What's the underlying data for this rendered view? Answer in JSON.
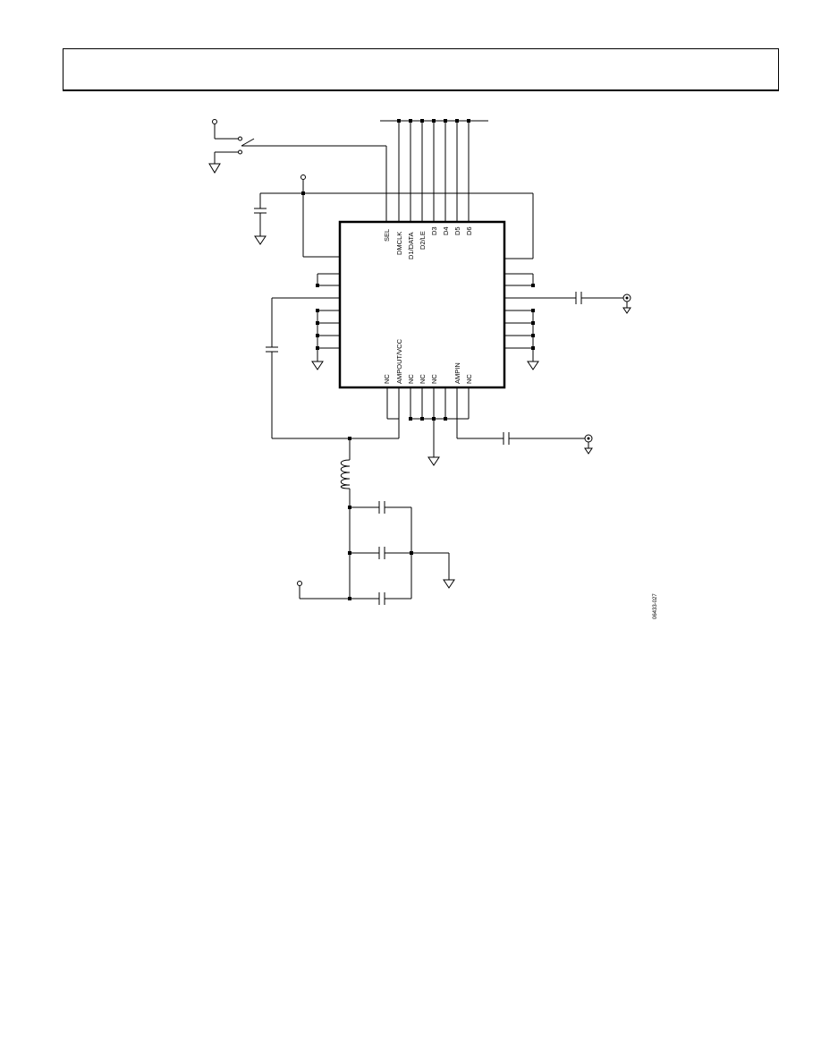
{
  "top_pins": [
    "SEL",
    "DMCLK",
    "D1/DATA",
    "D2/LE",
    "D3",
    "D4",
    "D5",
    "D6"
  ],
  "bottom_pins": [
    "NC",
    "AMPOUT/VCC",
    "NC",
    "NC",
    "NC",
    "AMPIN",
    "NC"
  ],
  "figure_id": "06433-027"
}
